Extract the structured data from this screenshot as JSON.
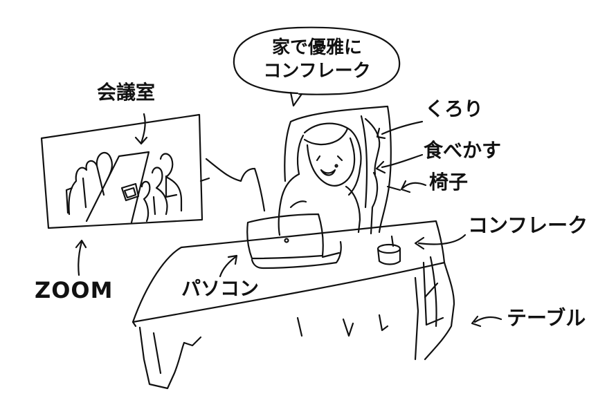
{
  "speech_bubble": {
    "line1": "家で優雅に",
    "line2": "コンフレーク"
  },
  "labels": {
    "meeting_room": "会議室",
    "zoom": "ZOOM",
    "pc": "パソコン",
    "kurori": "くろり",
    "crumbs": "食べかす",
    "chair": "椅子",
    "cornflakes": "コンフレーク",
    "table": "テーブル"
  },
  "colors": {
    "ink": "#111111",
    "background": "#ffffff"
  }
}
